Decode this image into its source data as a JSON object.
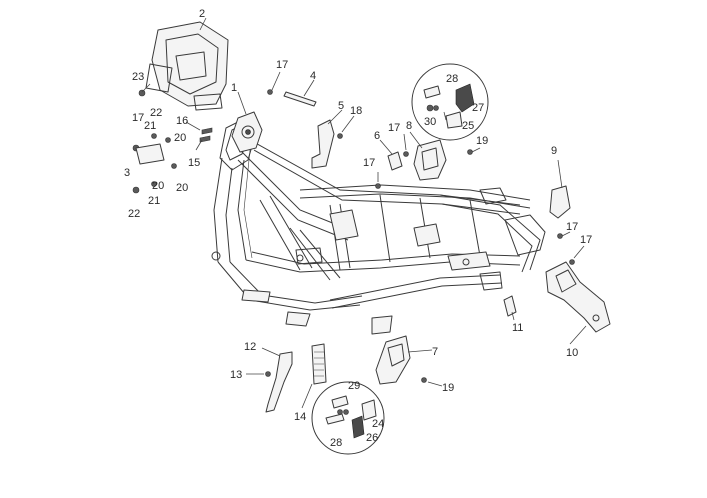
{
  "callouts": {
    "c1": "1",
    "c2": "2",
    "c3": "3",
    "c4": "4",
    "c5": "5",
    "c6": "6",
    "c7": "7",
    "c8": "8",
    "c9": "9",
    "c10": "10",
    "c11": "11",
    "c12": "12",
    "c13": "13",
    "c14": "14",
    "c15": "15",
    "c16": "16",
    "c17a": "17",
    "c17b": "17",
    "c17c": "17",
    "c17d": "17",
    "c17e": "17",
    "c17f": "17",
    "c18": "18",
    "c19a": "19",
    "c19b": "19",
    "c20a": "20",
    "c20b": "20",
    "c20c": "20",
    "c21a": "21",
    "c21b": "21",
    "c22a": "22",
    "c22b": "22",
    "c23": "23",
    "c24": "24",
    "c25": "25",
    "c26": "26",
    "c27": "27",
    "c28a": "28",
    "c28b": "28",
    "c29": "29",
    "c30": "30"
  }
}
